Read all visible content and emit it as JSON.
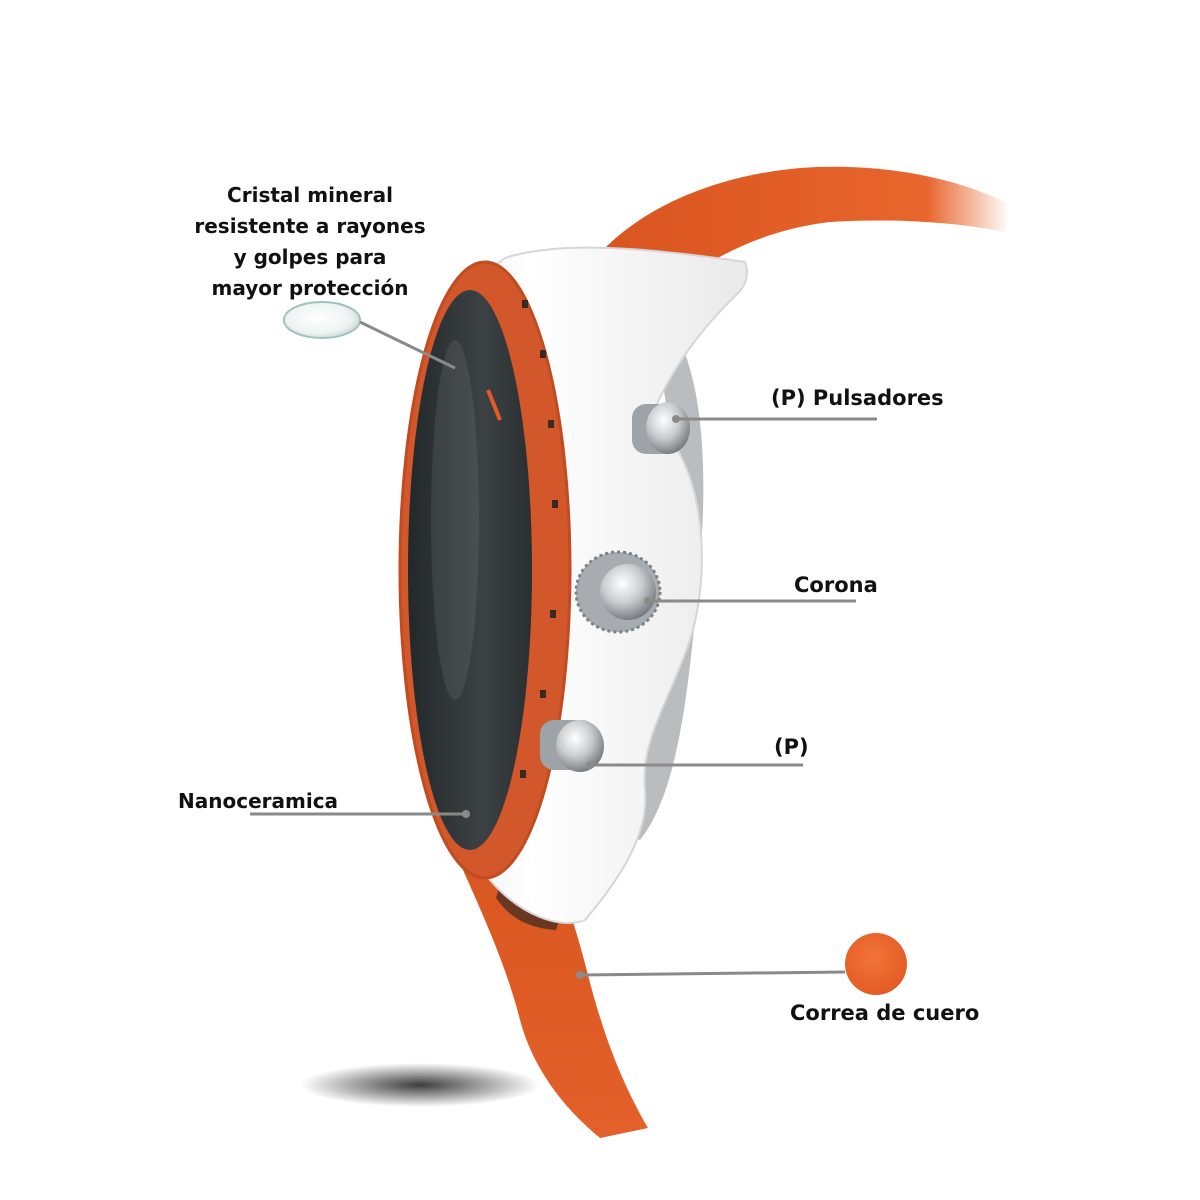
{
  "labels": {
    "cristal_lines": [
      "Cristal mineral",
      "resistente a rayones",
      "y golpes para",
      "mayor protección"
    ],
    "pulsadores": "(P) Pulsadores",
    "corona": "Corona",
    "p": "(P)",
    "nanoceramica": "Nanoceramica",
    "correa": "Correa de cuero"
  },
  "colors": {
    "strap_orange": "#e5612a",
    "bezel_orange": "#d2572a",
    "case_white": "#f4f4f4",
    "dial_dark": "#2f3335",
    "leader_gray": "#8a8a8a"
  },
  "icons": {
    "crystal_swatch": "mineral-crystal-lens",
    "leather_swatch": "orange-leather-circle"
  }
}
